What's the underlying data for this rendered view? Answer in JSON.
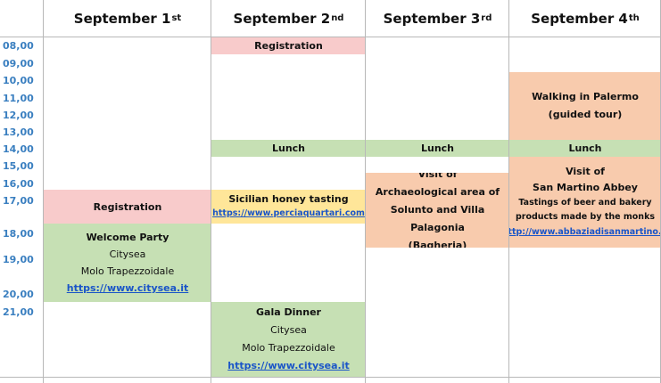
{
  "days": [
    {
      "name": "September 1",
      "sup": "st"
    },
    {
      "name": "September 2",
      "sup": "nd"
    },
    {
      "name": "September 3",
      "sup": "rd"
    },
    {
      "name": "September 4",
      "sup": "th"
    }
  ],
  "times": [
    "08,00",
    "09,00",
    "10,00",
    "11,00",
    "12,00",
    "13,00",
    "14,00",
    "15,00",
    "16,00",
    "17,00",
    "18,00",
    "19,00",
    "20,00",
    "21,00"
  ],
  "events": {
    "d1_registration": {
      "title": "Registration"
    },
    "d1_welcome": {
      "title": "Welcome Party",
      "line1": "Citysea",
      "line2": "Molo Trapezzoidale",
      "link": "https://www.citysea.it"
    },
    "d2_registration": {
      "title": "Registration"
    },
    "d2_lunch": {
      "title": "Lunch"
    },
    "d2_honey": {
      "title": "Sicilian honey tasting",
      "link": "https://www.perciaquartari.com"
    },
    "d2_gala": {
      "title": "Gala Dinner",
      "line1": "Citysea",
      "line2": "Molo Trapezzoidale",
      "link": "https://www.citysea.it"
    },
    "d3_lunch": {
      "title": "Lunch"
    },
    "d3_visit": {
      "line1": "Visit of",
      "line2": "Archaeological area of",
      "line3": "Solunto and Villa Palagonia",
      "line4": "(Bagheria)"
    },
    "d4_walk": {
      "line1": "Walking in Palermo",
      "line2": "(guided tour)"
    },
    "d4_lunch": {
      "title": "Lunch"
    },
    "d4_visit": {
      "line1": "Visit of",
      "line2": "San Martino Abbey",
      "line3": "Tastings of beer and bakery",
      "line4": "products made by the monks",
      "link": "http://www.abbaziadisanmartino.it"
    }
  }
}
